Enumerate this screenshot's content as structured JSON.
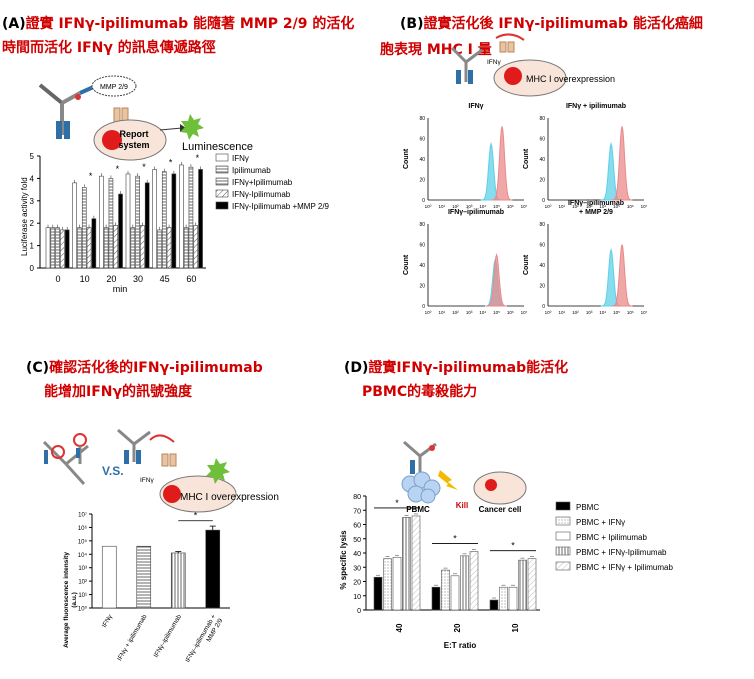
{
  "panels": {
    "A": {
      "letter": "(A)",
      "title_line1": "證實 IFNγ-ipilimumab 能隨著 MMP 2/9 的活化",
      "title_line2": "時間而活化 IFNγ 的訊息傳遞路徑",
      "diagram": {
        "mmp": "MMP 2/9",
        "report": "Report\nsystem",
        "lum": "Luminescence"
      },
      "legend": [
        "IFNγ",
        "Ipilimumab",
        "IFNγ+Ipilimumab",
        "IFNγ-Ipilimumab",
        "IFNγ-Ipilimumab +MMP 2/9"
      ],
      "star": "*"
    },
    "B": {
      "letter": "(B)",
      "title_line1": "證實活化後 IFNγ-ipilimumab 能活化癌細",
      "title_line2": "胞表現 MHC I 量",
      "diagram": {
        "ifn": "IFNγ",
        "mhc": "MHC I overexpression"
      },
      "subtitles": [
        "IFNγ",
        "IFNγ + ipilimumab",
        "IFNγ–ipilimumab",
        "IFNγ–ipilimumab\n+ MMP 2/9"
      ],
      "ylabel": "Count"
    },
    "C": {
      "letter": "(C)",
      "title_line1": "確認活化後的IFNγ-ipilimumab",
      "title_line2": "能增加IFNγ的訊號強度",
      "diagram": {
        "vs": "V.S.",
        "ifn": "IFNγ",
        "mhc": "MHC I overexpression"
      },
      "star": "*"
    },
    "D": {
      "letter": "(D)",
      "title_line1": "證實IFNγ-ipilimumab能活化",
      "title_line2": "PBMC的毒殺能力",
      "diagram": {
        "pbmc": "PBMC",
        "kill": "Kill",
        "cancer": "Cancer cell"
      },
      "legend": [
        "PBMC",
        "PBMC + IFNγ",
        "PBMC + Ipilimumab",
        "PBMC + IFNγ-Ipilimumab",
        "PBMC + IFNγ + Ipilimumab"
      ],
      "star": "*"
    }
  },
  "chart_data": [
    {
      "panel": "A",
      "type": "bar",
      "xlabel": "min",
      "ylabel": "Luciferase activity fold",
      "categories": [
        "0",
        "10",
        "20",
        "30",
        "45",
        "60"
      ],
      "ylim": [
        0,
        5
      ],
      "yticks": [
        "0",
        "1",
        "2",
        "3",
        "4",
        "5"
      ],
      "series": [
        {
          "name": "IFNγ",
          "values": [
            1.8,
            3.8,
            4.1,
            4.2,
            4.4,
            4.6
          ]
        },
        {
          "name": "Ipilimumab",
          "values": [
            1.8,
            1.8,
            1.8,
            1.8,
            1.7,
            1.8
          ]
        },
        {
          "name": "IFNγ+Ipilimumab",
          "values": [
            1.8,
            3.6,
            4.0,
            4.1,
            4.3,
            4.5
          ]
        },
        {
          "name": "IFNγ-Ipilimumab",
          "values": [
            1.7,
            1.8,
            1.9,
            1.9,
            1.8,
            1.9
          ]
        },
        {
          "name": "IFNγ-Ipilimumab +MMP 2/9",
          "values": [
            1.7,
            2.2,
            3.3,
            3.8,
            4.2,
            4.4
          ]
        }
      ],
      "significance_groups": [
        "10",
        "20",
        "30",
        "45",
        "60"
      ]
    },
    {
      "panel": "B",
      "type": "area",
      "xlabel": "",
      "ylabel": "Count",
      "xscale": "log",
      "xtick_labels": [
        "10⁰",
        "10¹",
        "10²",
        "10³",
        "10⁴",
        "10⁵",
        "10⁶",
        "10⁷"
      ],
      "ylim": [
        0,
        80
      ],
      "yticks": [
        "0",
        "20",
        "40",
        "60",
        "80"
      ],
      "series_colors": [
        "#5fd0e8",
        "#e98a8a"
      ],
      "subplots": [
        {
          "title": "IFNγ",
          "cyan_peak_log": 4.6,
          "red_peak_log": 5.4,
          "cyan_height": 55,
          "red_height": 72
        },
        {
          "title": "IFNγ + ipilimumab",
          "cyan_peak_log": 4.6,
          "red_peak_log": 5.4,
          "cyan_height": 55,
          "red_height": 72
        },
        {
          "title": "IFNγ–ipilimumab",
          "cyan_peak_log": 4.9,
          "red_peak_log": 5.0,
          "cyan_height": 45,
          "red_height": 50
        },
        {
          "title": "IFNγ–ipilimumab\n+ MMP 2/9",
          "cyan_peak_log": 4.6,
          "red_peak_log": 5.4,
          "cyan_height": 55,
          "red_height": 60
        }
      ]
    },
    {
      "panel": "C",
      "type": "bar",
      "xlabel": "",
      "ylabel": "Average fluorescence intensity\n(a.u.)",
      "categories": [
        "IFNγ",
        "IFNγ + ipilimumab",
        "IFNγ–ipilimumab",
        "IFNγ–ipilimumab +\nMMP 2/9"
      ],
      "yscale": "log",
      "ylim_exp": [
        0,
        7
      ],
      "ytick_labels": [
        "10⁰",
        "10¹",
        "10²",
        "10³",
        "10⁴",
        "10⁵",
        "10⁶",
        "10⁷"
      ],
      "values_exp": [
        4.6,
        4.6,
        4.1,
        5.8
      ],
      "error_exp": [
        0,
        0,
        0.1,
        0.3
      ],
      "bar_fills": [
        "white",
        "hstripe",
        "vstripe",
        "black"
      ]
    },
    {
      "panel": "D",
      "type": "bar",
      "xlabel": "E:T ratio",
      "ylabel": "% specific lysis",
      "categories": [
        "40",
        "20",
        "10"
      ],
      "ylim": [
        0,
        80
      ],
      "yticks": [
        "0",
        "10",
        "20",
        "30",
        "40",
        "50",
        "60",
        "70",
        "80"
      ],
      "series": [
        {
          "name": "PBMC",
          "values": [
            23,
            16,
            7
          ]
        },
        {
          "name": "PBMC + IFNγ",
          "values": [
            36,
            28,
            16
          ]
        },
        {
          "name": "PBMC + Ipilimumab",
          "values": [
            37,
            24,
            16
          ]
        },
        {
          "name": "PBMC + IFNγ-Ipilimumab",
          "values": [
            65,
            38,
            35
          ]
        },
        {
          "name": "PBMC + IFNγ + Ipilimumab",
          "values": [
            66,
            41,
            36
          ]
        }
      ]
    }
  ]
}
